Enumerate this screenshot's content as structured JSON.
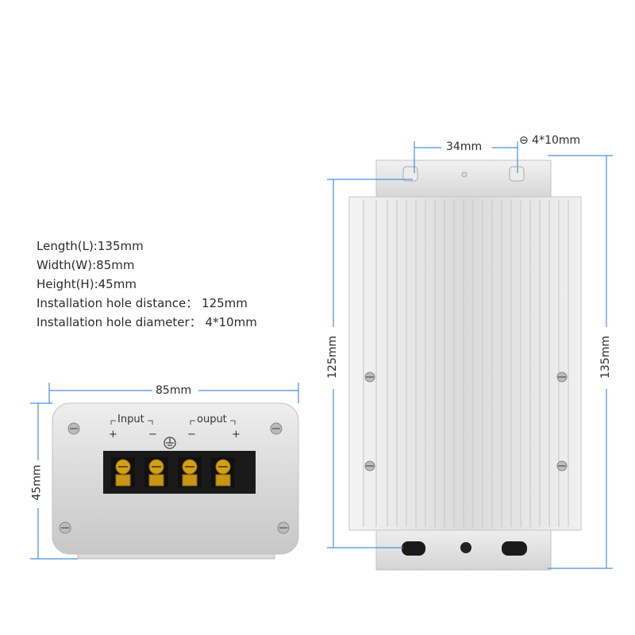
{
  "specs": {
    "length": "Length(L):135mm",
    "width": "Width(W):85mm",
    "height": "Height(H):45mm",
    "hole_distance": "Installation hole distance： 125mm",
    "hole_diameter": "Installation hole diameter： 4*10mm"
  },
  "dimensions": {
    "front_width": "85mm",
    "front_height": "45mm",
    "top_hole_spacing": "34mm",
    "hole_size": "⊖ 4*10mm",
    "mount_distance": "125mm",
    "total_length": "135mm"
  },
  "terminals": {
    "input_label": "Input",
    "output_label": "ouput",
    "plus": "+",
    "minus": "−"
  },
  "colors": {
    "dimension_line": "#4a90d9",
    "housing": "#dcdcdc",
    "terminal_block": "#1a1a1a",
    "terminal_screw": "#d4a017"
  }
}
